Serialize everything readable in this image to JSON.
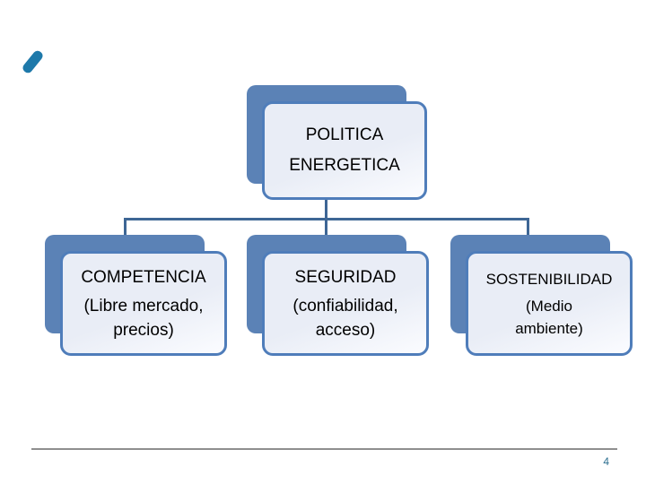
{
  "slide": {
    "page_number": "4"
  },
  "colors": {
    "back_shape": "#5b82b6",
    "box_border": "#4f7dba",
    "box_fill": "#e9edf6",
    "box_fill_bottom": "#fbfcff",
    "connector": "#3e6695",
    "decoration": "#1e79aa",
    "footer_line": "#8f8f8f",
    "page_number": "#2d6f90",
    "text_color": "#000000"
  },
  "diagram": {
    "root": {
      "title": "POLITICA\nENERGETICA"
    },
    "children": [
      {
        "title": "COMPETENCIA",
        "subtitle": "(Libre mercado,\nprecios)"
      },
      {
        "title": "SEGURIDAD",
        "subtitle": "(confiabilidad,\nacceso)"
      },
      {
        "title": "SOSTENIBILIDAD",
        "subtitle": "(Medio\nambiente)"
      }
    ]
  }
}
